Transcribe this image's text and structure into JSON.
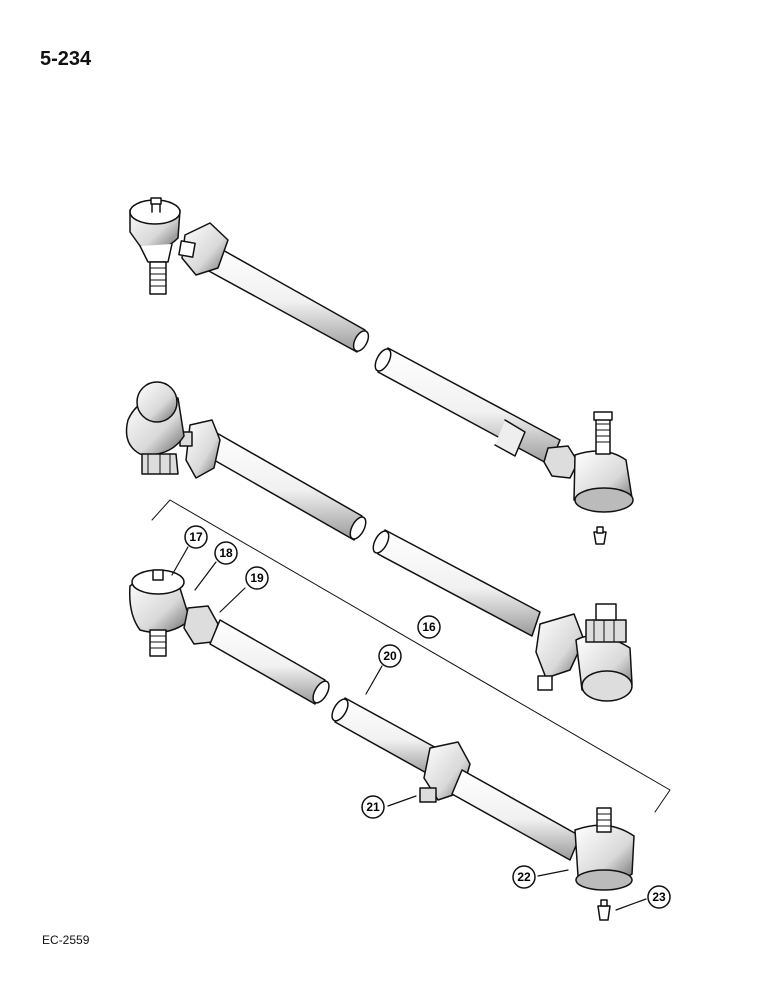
{
  "page": {
    "number": "5-234",
    "figure_code": "EC-2559"
  },
  "callouts": [
    {
      "id": "c16",
      "label": "16"
    },
    {
      "id": "c17",
      "label": "17"
    },
    {
      "id": "c18",
      "label": "18"
    },
    {
      "id": "c19",
      "label": "19"
    },
    {
      "id": "c20",
      "label": "20"
    },
    {
      "id": "c21",
      "label": "21"
    },
    {
      "id": "c22",
      "label": "22"
    },
    {
      "id": "c23",
      "label": "23"
    }
  ]
}
